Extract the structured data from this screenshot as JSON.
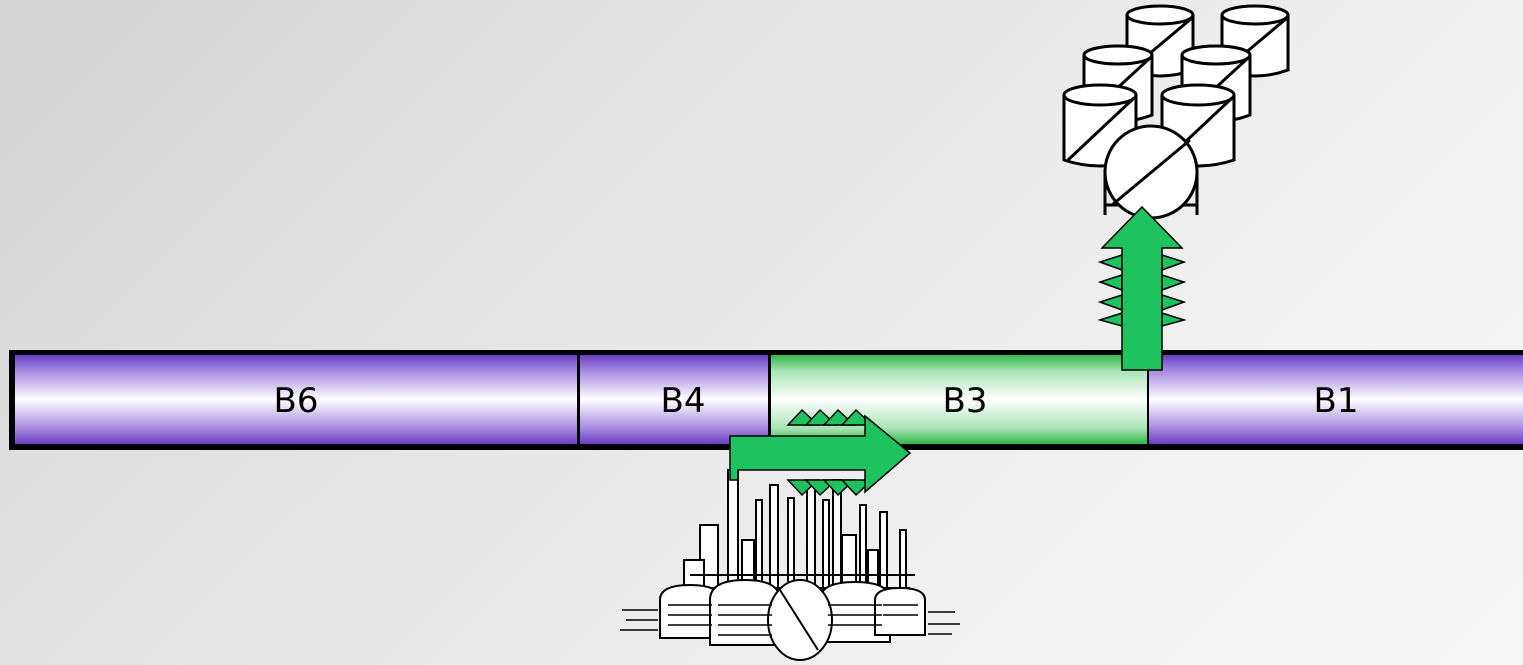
{
  "pipeline": {
    "segments": [
      {
        "id": "B6",
        "label": "B6",
        "state": "idle"
      },
      {
        "id": "B4",
        "label": "B4",
        "state": "idle"
      },
      {
        "id": "B3",
        "label": "B3",
        "state": "active"
      },
      {
        "id": "B1",
        "label": "B1",
        "state": "idle"
      }
    ]
  },
  "flows": [
    {
      "name": "injection",
      "from": "refinery",
      "to": "B3",
      "direction": "right"
    },
    {
      "name": "delivery",
      "from": "B3",
      "to": "tank-farm",
      "direction": "up"
    }
  ],
  "icons": {
    "source": "refinery-icon",
    "destination": "tank-farm-icon"
  },
  "colors": {
    "idle_segment": "#6a3fbf",
    "active_segment": "#2fb34a",
    "arrow_fill": "#1ec25f",
    "outline": "#000000"
  }
}
